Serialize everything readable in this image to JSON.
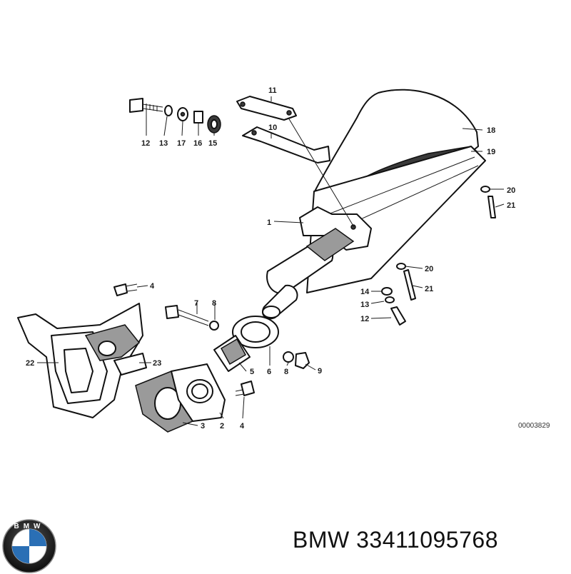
{
  "diagram": {
    "drawing_number": "00003829",
    "labels": [
      {
        "id": "11a",
        "text": "11"
      },
      {
        "id": "10a",
        "text": "10"
      },
      {
        "id": "18a",
        "text": "18"
      },
      {
        "id": "19a",
        "text": "19"
      },
      {
        "id": "20a",
        "text": "20"
      },
      {
        "id": "21a",
        "text": "21"
      },
      {
        "id": "1a",
        "text": "1"
      },
      {
        "id": "20b",
        "text": "20"
      },
      {
        "id": "21b",
        "text": "21"
      },
      {
        "id": "14a",
        "text": "14"
      },
      {
        "id": "13b",
        "text": "13"
      },
      {
        "id": "12b",
        "text": "12"
      },
      {
        "id": "12a",
        "text": "12"
      },
      {
        "id": "13a",
        "text": "13"
      },
      {
        "id": "17a",
        "text": "17"
      },
      {
        "id": "16a",
        "text": "16"
      },
      {
        "id": "15a",
        "text": "15"
      },
      {
        "id": "4a",
        "text": "4"
      },
      {
        "id": "7a",
        "text": "7"
      },
      {
        "id": "8a",
        "text": "8"
      },
      {
        "id": "22a",
        "text": "22"
      },
      {
        "id": "23a",
        "text": "23"
      },
      {
        "id": "5a",
        "text": "5"
      },
      {
        "id": "6a",
        "text": "6"
      },
      {
        "id": "8b",
        "text": "8"
      },
      {
        "id": "9a",
        "text": "9"
      },
      {
        "id": "3a",
        "text": "3"
      },
      {
        "id": "2a",
        "text": "2"
      },
      {
        "id": "4b",
        "text": "4"
      }
    ]
  },
  "footer": {
    "brand": "BMW",
    "part_number": "33411095768",
    "caption": "BMW 33411095768",
    "logo_icon": "bmw-roundel-icon",
    "logo_letters": "BMW",
    "colors": {
      "roundel_blue": "#2a6fb5",
      "roundel_black": "#1a1a1a"
    }
  }
}
